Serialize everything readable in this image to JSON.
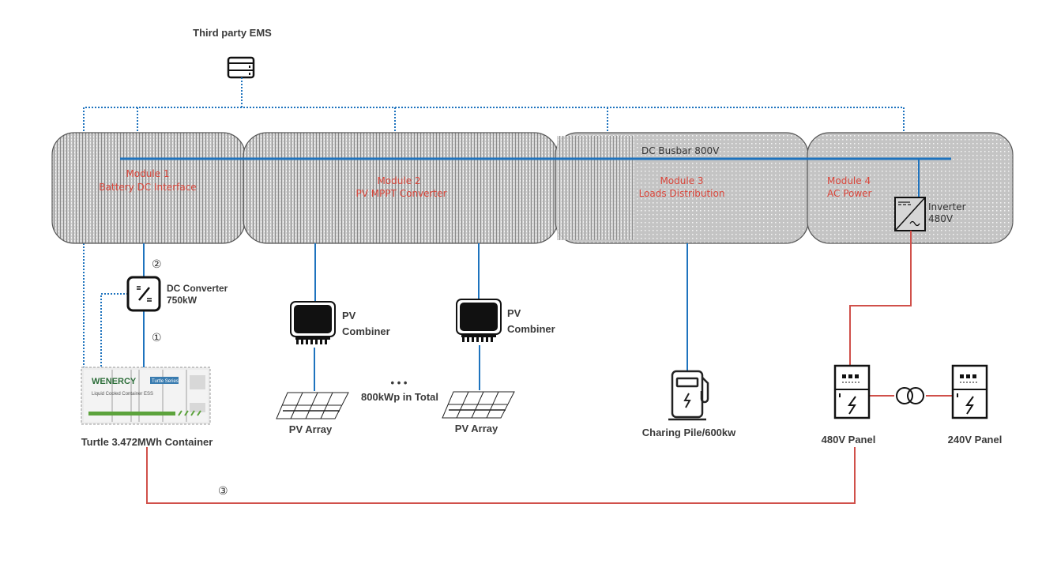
{
  "diagram": {
    "title": "Third party EMS",
    "busbar_label": "DC Busbar 800V",
    "modules": [
      {
        "line1": "Module 1",
        "line2": "Battery DC Interface"
      },
      {
        "line1": "Module 2",
        "line2": "PV MPPT Converter"
      },
      {
        "line1": "Module 3",
        "line2": "Loads Distribution"
      },
      {
        "line1": "Module 4",
        "line2": "AC Power"
      }
    ],
    "inverter": {
      "line1": "Inverter",
      "line2": "480V"
    },
    "dc_converter": {
      "line1": "DC Converter",
      "line2": "750kW"
    },
    "markers": [
      "①",
      "②",
      "③"
    ],
    "container": {
      "label": "Turtle 3.472MWh Container",
      "brand": "WENERCY",
      "series": "Turtle Series",
      "subtitle": "Liquid Cooled Container ESS"
    },
    "pv_combiners": [
      {
        "line1": "PV",
        "line2": "Combiner"
      },
      {
        "line1": "PV",
        "line2": "Combiner"
      }
    ],
    "pv_arrays": [
      "PV Array",
      "PV Array"
    ],
    "pv_total": "800kWp in Total",
    "ellipsis": "• • •",
    "charging_pile": "Charing Pile/600kw",
    "panels": [
      "480V Panel",
      "240V Panel"
    ],
    "colors": {
      "dc_line": "#1e73be",
      "ac_line": "#d0504a",
      "comm_line": "#1e73be",
      "module_text": "#d9453a",
      "module_fill": "#c8c8c8"
    }
  }
}
